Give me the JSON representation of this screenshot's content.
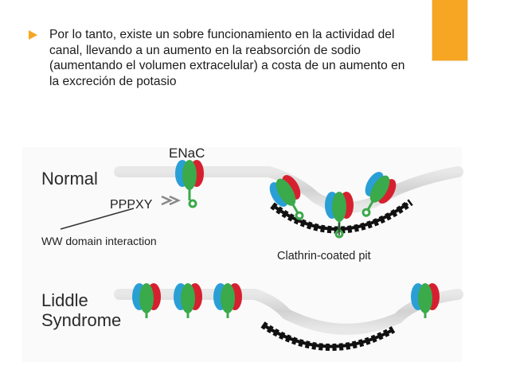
{
  "slide": {
    "bullet_text": "Por lo tanto, existe un sobre funcionamiento en la actividad del canal, llevando a un aumento en la reabsorción de sodio (aumentando el volumen extracelular) a costa de un aumento en la excreción de potasio",
    "accent_color": "#f6a623"
  },
  "figure": {
    "label_enac": "ENaC",
    "label_normal": "Normal",
    "label_ppxy": "PPPXY",
    "label_ww": "WW domain interaction",
    "label_clathrin": "Clathrin-coated pit",
    "label_liddle_1": "Liddle",
    "label_liddle_2": "Syndrome",
    "subunit_colors": {
      "alpha": "#2a9fd6",
      "beta": "#3aaa4a",
      "gamma": "#d6202f"
    }
  }
}
